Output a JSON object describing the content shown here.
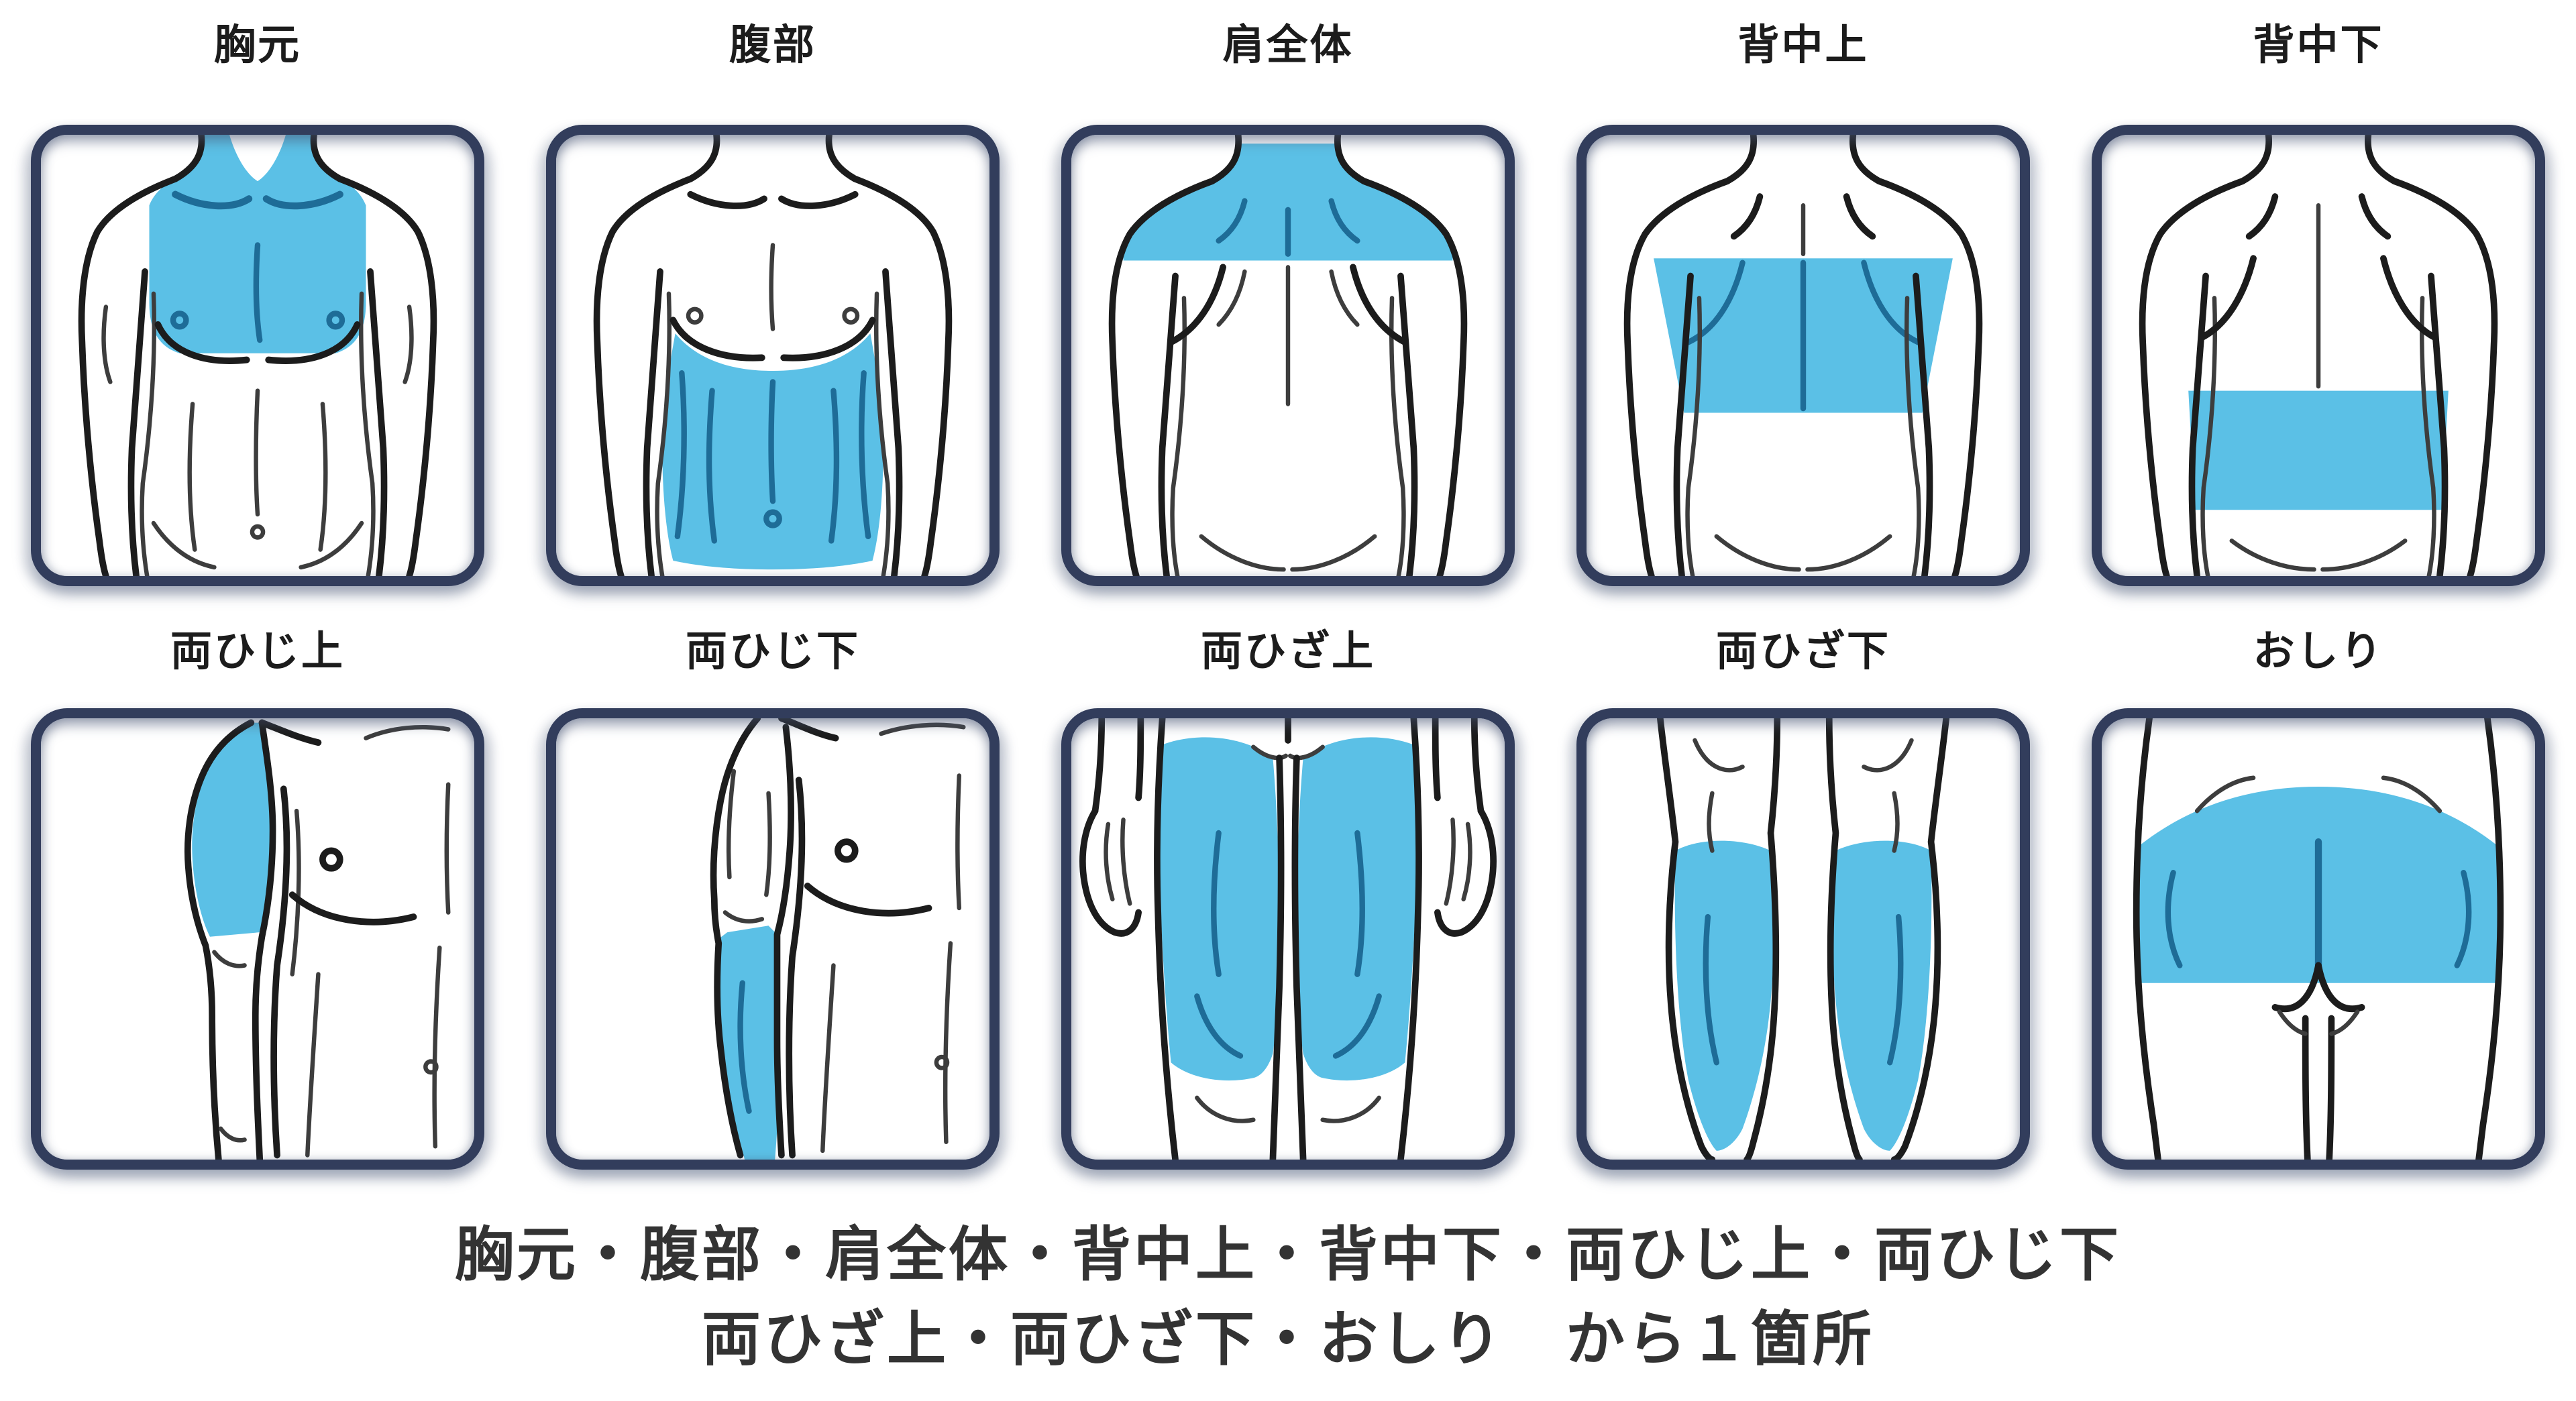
{
  "colors": {
    "highlight_blue": "#5BC0E6",
    "highlight_detail": "#1E6C97",
    "box_border": "#323d5c",
    "label_text": "#1c1c1c",
    "footer_text": "#333333"
  },
  "panels": [
    {
      "id": "chest",
      "label": "胸元"
    },
    {
      "id": "abdomen",
      "label": "腹部"
    },
    {
      "id": "shoulders",
      "label": "肩全体"
    },
    {
      "id": "upper-back",
      "label": "背中上"
    },
    {
      "id": "lower-back",
      "label": "背中下"
    },
    {
      "id": "above-elbows",
      "label": "両ひじ上"
    },
    {
      "id": "below-elbows",
      "label": "両ひじ下"
    },
    {
      "id": "above-knees",
      "label": "両ひざ上"
    },
    {
      "id": "below-knees",
      "label": "両ひざ下"
    },
    {
      "id": "buttocks",
      "label": "おしり"
    }
  ],
  "footer": {
    "line1": "胸元・腹部・肩全体・背中上・背中下・両ひじ上・両ひじ下",
    "line2": "両ひざ上・両ひざ下・おしり　から１箇所"
  }
}
